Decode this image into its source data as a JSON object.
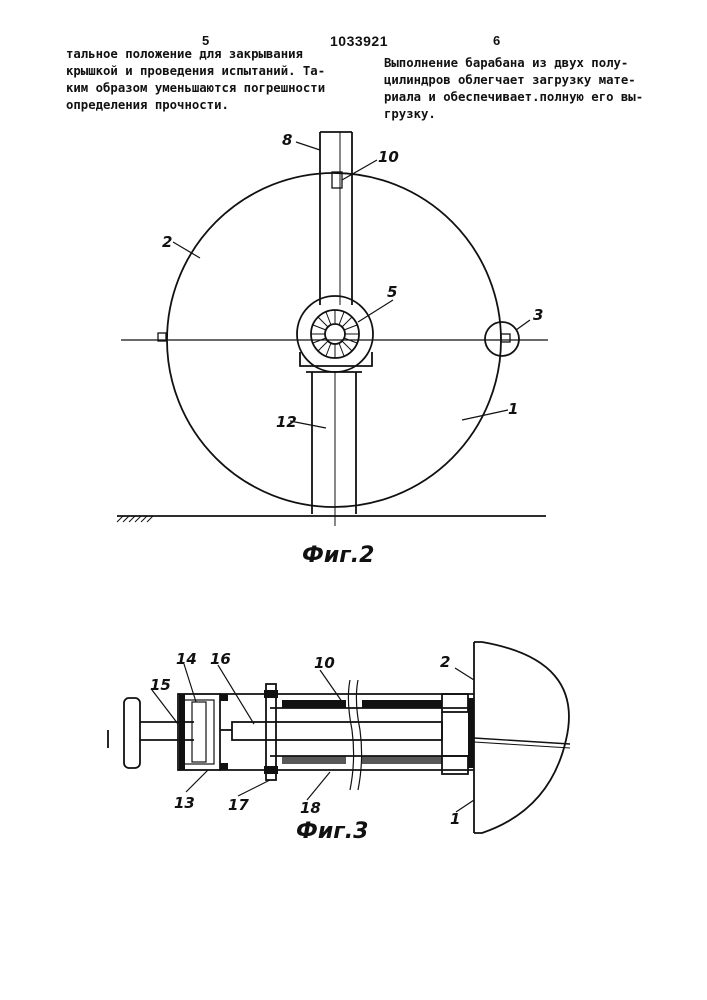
{
  "header": {
    "page_left": "5",
    "doc_number": "1033921",
    "page_right": "6"
  },
  "text": {
    "left_lines": [
      "тальное положение для закрывания",
      "крышкой и проведения испытаний. Та-",
      "ким образом уменьшаются погрешности",
      "определения прочности."
    ],
    "right_lines": [
      "Выполнение барабана из двух полу-",
      "цилиндров облегчает загрузку мате-",
      "риала и обеспечивает.полную его вы-",
      "грузку."
    ]
  },
  "fig2": {
    "caption": "Фиг.2",
    "labels": {
      "l1": "1",
      "l2": "2",
      "l3": "3",
      "l5": "5",
      "l8": "8",
      "l10": "10",
      "l12": "12"
    }
  },
  "fig3": {
    "caption": "Фиг.3",
    "labels": {
      "l1": "1",
      "l2": "2",
      "l10": "10",
      "l13": "13",
      "l14": "14",
      "l15": "15",
      "l16": "16",
      "l17": "17",
      "l18": "18"
    }
  }
}
